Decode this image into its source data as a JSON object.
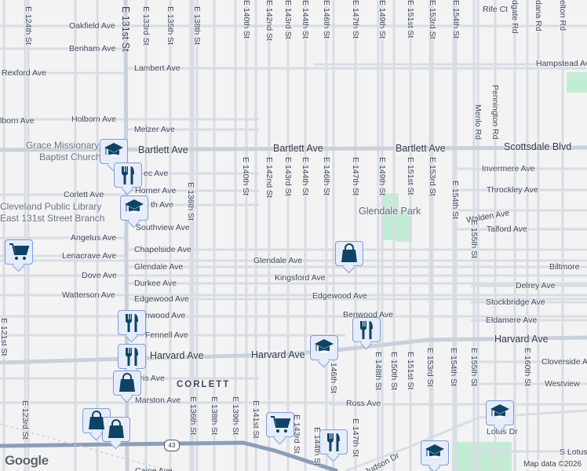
{
  "map": {
    "attribution": "Map data ©2026",
    "logo": "Google",
    "route_shield": "43",
    "colors": {
      "background": "#f4f3f4",
      "road": "#d5dbe2",
      "major_road": "#c9d1db",
      "highway": "#8a9fb8",
      "park": "#c3ecd4",
      "marker_bg": "#e6ecfa",
      "marker_icon": "#0d4466"
    }
  },
  "labels": [
    {
      "text": "Oakfield Ave"
    },
    {
      "text": "Benham Ave"
    },
    {
      "text": "Rexford Ave"
    },
    {
      "text": "Lambert Ave"
    },
    {
      "text": "Holborn Ave"
    },
    {
      "text": "lborn Ave"
    },
    {
      "text": "Melzer Ave"
    },
    {
      "text": "Bartlett Ave"
    },
    {
      "text": "Bartlett Ave"
    },
    {
      "text": "Bartlett Ave"
    },
    {
      "text": "Scottsdale Blvd"
    },
    {
      "text": "Grace Missionary"
    },
    {
      "text": "Baptist Church"
    },
    {
      "text": "ec Ave"
    },
    {
      "text": "Horner Ave"
    },
    {
      "text": "Corlett Ave"
    },
    {
      "text": "th Ave"
    },
    {
      "text": "Cleveland Public Library"
    },
    {
      "text": "East 131st Street Branch"
    },
    {
      "text": "Southview Ave"
    },
    {
      "text": "Angelus Ave"
    },
    {
      "text": "Chapelside Ave"
    },
    {
      "text": "Glendale Ave"
    },
    {
      "text": "Lenacrave Ave"
    },
    {
      "text": "Glendale Ave"
    },
    {
      "text": "Dove Ave"
    },
    {
      "text": "Durkee Ave"
    },
    {
      "text": "Kingsford Ave"
    },
    {
      "text": "Watterson Ave"
    },
    {
      "text": "Edgewood Ave"
    },
    {
      "text": "Edgewood Ave"
    },
    {
      "text": "Benwood Ave"
    },
    {
      "text": "nwood Ave"
    },
    {
      "text": "Fennell Ave"
    },
    {
      "text": "Harvard Ave"
    },
    {
      "text": "Harvard Ave"
    },
    {
      "text": "Harvard Ave"
    },
    {
      "text": "Glendale Park"
    },
    {
      "text": "Walden Ave"
    },
    {
      "text": "Talford Ave"
    },
    {
      "text": "Throckley Ave"
    },
    {
      "text": "Invermere Ave"
    },
    {
      "text": "Hampstead Ave"
    },
    {
      "text": "Rife Ct"
    },
    {
      "text": "Biltmore"
    },
    {
      "text": "Delrey Ave"
    },
    {
      "text": "Stockbridge Ave"
    },
    {
      "text": "Eldamere Ave"
    },
    {
      "text": "Cloverside Ave"
    },
    {
      "text": "Westview"
    },
    {
      "text": "Ross Ave"
    },
    {
      "text": "rris Ave"
    },
    {
      "text": "CORLETT"
    },
    {
      "text": "Marston Ave"
    },
    {
      "text": "Judson Dr"
    },
    {
      "text": "Lotus Dr"
    },
    {
      "text": "S Lotus"
    },
    {
      "text": "Caine Ave"
    },
    {
      "text": "E 124th St"
    },
    {
      "text": "E 131st St"
    },
    {
      "text": "E 133rd St"
    },
    {
      "text": "E 135th St"
    },
    {
      "text": "E 138th St"
    },
    {
      "text": "E 140th St"
    },
    {
      "text": "E 142nd St"
    },
    {
      "text": "E 143rd St"
    },
    {
      "text": "E 144th St"
    },
    {
      "text": "E 146th St"
    },
    {
      "text": "E 147th St"
    },
    {
      "text": "E 149th St"
    },
    {
      "text": "E 151st St"
    },
    {
      "text": "E 153rd St"
    },
    {
      "text": "E 154th St"
    },
    {
      "text": "Menlo Rd"
    },
    {
      "text": "Pennington Rd"
    },
    {
      "text": "dgate Rd"
    },
    {
      "text": "dana Rd"
    },
    {
      "text": "elton Rd"
    },
    {
      "text": "E 140th St"
    },
    {
      "text": "E 142nd St"
    },
    {
      "text": "E 143rd St"
    },
    {
      "text": "E 144th St"
    },
    {
      "text": "E 146th St"
    },
    {
      "text": "E 147th St"
    },
    {
      "text": "E 149th St"
    },
    {
      "text": "E 151st St"
    },
    {
      "text": "E 153rd St"
    },
    {
      "text": "E 154th St"
    },
    {
      "text": "E 136th St"
    },
    {
      "text": "E 155th St"
    },
    {
      "text": "E 121st St"
    },
    {
      "text": "E 123rd St"
    },
    {
      "text": "E 136th St"
    },
    {
      "text": "E 138th St"
    },
    {
      "text": "E 139th St"
    },
    {
      "text": "E 141st St"
    },
    {
      "text": "E 146th St"
    },
    {
      "text": "E 148th St"
    },
    {
      "text": "E 150th St"
    },
    {
      "text": "E 151st St"
    },
    {
      "text": "E 153rd St"
    },
    {
      "text": "E 154th St"
    },
    {
      "text": "E 155th St"
    },
    {
      "text": "E 160th St"
    },
    {
      "text": "E 143rd St"
    },
    {
      "text": "E 144th St"
    },
    {
      "text": "E 147th St"
    }
  ],
  "markers": [
    {
      "type": "school"
    },
    {
      "type": "restaurant"
    },
    {
      "type": "school"
    },
    {
      "type": "grocery"
    },
    {
      "type": "restaurant"
    },
    {
      "type": "restaurant"
    },
    {
      "type": "shopping"
    },
    {
      "type": "shopping"
    },
    {
      "type": "shopping"
    },
    {
      "type": "grocery"
    },
    {
      "type": "shopping"
    },
    {
      "type": "restaurant"
    },
    {
      "type": "school"
    },
    {
      "type": "restaurant"
    },
    {
      "type": "school"
    },
    {
      "type": "school"
    }
  ]
}
